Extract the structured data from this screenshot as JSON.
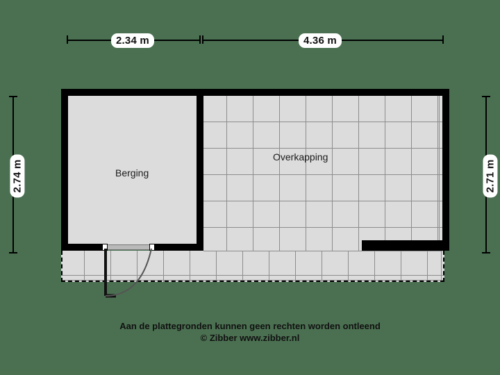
{
  "plan": {
    "background_color": "#4b7051",
    "floor_color": "#dcdcdc",
    "wall_color": "#000000",
    "grout_color": "#8c8c8c",
    "rooms": [
      {
        "name": "berging",
        "label": "Berging",
        "surface": "plain"
      },
      {
        "name": "overkapping",
        "label": "Overkapping",
        "surface": "tiled"
      }
    ],
    "dimensions": {
      "top": [
        {
          "name": "berging-width",
          "value": "2.34 m"
        },
        {
          "name": "overkapping-width",
          "value": "4.36 m"
        }
      ],
      "left": {
        "name": "left-depth",
        "value": "2.74 m"
      },
      "right": {
        "name": "right-depth",
        "value": "2.71 m"
      }
    },
    "door": {
      "name": "berging-door",
      "swing": "outward-left-hinge"
    }
  },
  "footer": {
    "line1": "Aan de plattegronden kunnen geen rechten worden ontleend",
    "line2": "© Zibber www.zibber.nl"
  }
}
